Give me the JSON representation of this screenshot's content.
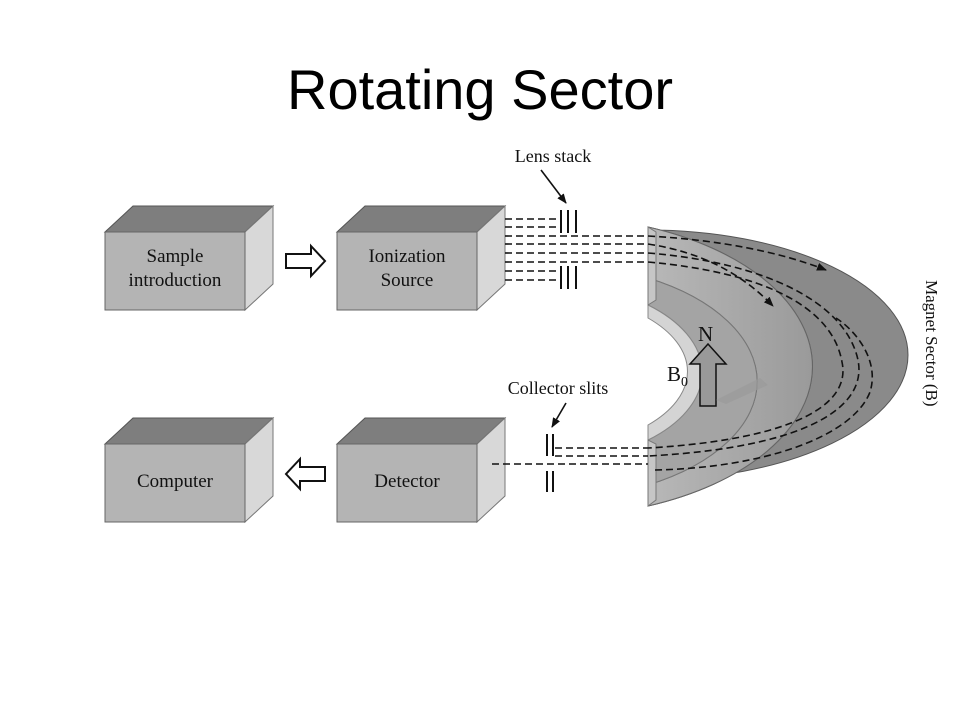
{
  "title": "Rotating Sector",
  "boxes": {
    "sample_line1": "Sample",
    "sample_line2": "introduction",
    "ionization_line1": "Ionization",
    "ionization_line2": "Source",
    "computer": "Computer",
    "detector": "Detector"
  },
  "labels": {
    "lens_stack": "Lens stack",
    "collector_slits": "Collector slits",
    "magnet_sector": "Magnet Sector (B)",
    "north": "N",
    "field_b": "B",
    "field_sub": "0"
  },
  "icons": {
    "arrow_right": "hollow-arrow-right-icon",
    "arrow_left": "hollow-arrow-left-icon",
    "field_up": "hollow-arrow-up-icon"
  },
  "colors": {
    "box_front": "#b4b4b4",
    "box_top": "#7e7e7e",
    "box_side": "#d8d8d8",
    "magnet_top": "#a8a8a8",
    "magnet_front": "#8a8a8a",
    "magnet_inner": "#d4d4d4"
  }
}
